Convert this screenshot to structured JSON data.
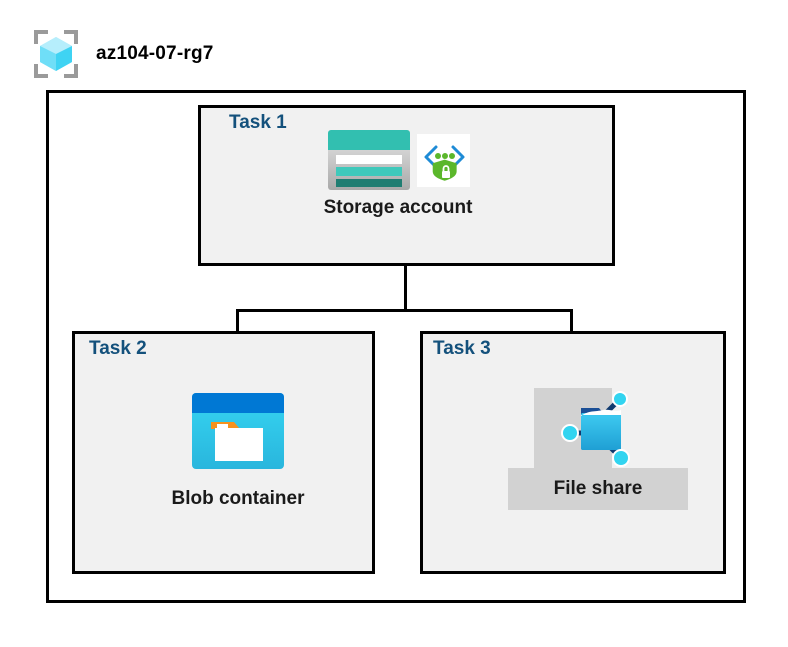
{
  "diagram": {
    "title": "az104-07-rg7",
    "resource_group_icon": "resource-group-icon",
    "colors": {
      "task_label": "#14517c",
      "box_fill": "#f1f1f1",
      "box_border": "#000000",
      "highlight": "#d2d2d2",
      "storage_teal": "#32bfb0",
      "storage_teal_dark": "#1f7d72",
      "blob_blue": "#0078d4",
      "blob_cyan": "#32d4f0",
      "blob_orange": "#f7921e",
      "fileshare_blue": "#32b5e5",
      "fileshare_node": "#32d4f0",
      "shield_green": "#5bb72b",
      "bracket_blue": "#0078d4"
    }
  },
  "tasks": [
    {
      "label": "Task 1",
      "node": {
        "caption": "Storage account",
        "icons": [
          "storage-account-icon",
          "secure-connection-shield-icon"
        ]
      }
    },
    {
      "label": "Task 2",
      "node": {
        "caption": "Blob container",
        "icons": [
          "blob-container-icon"
        ]
      }
    },
    {
      "label": "Task 3",
      "node": {
        "caption": "File share",
        "icons": [
          "file-share-icon"
        ]
      }
    }
  ]
}
